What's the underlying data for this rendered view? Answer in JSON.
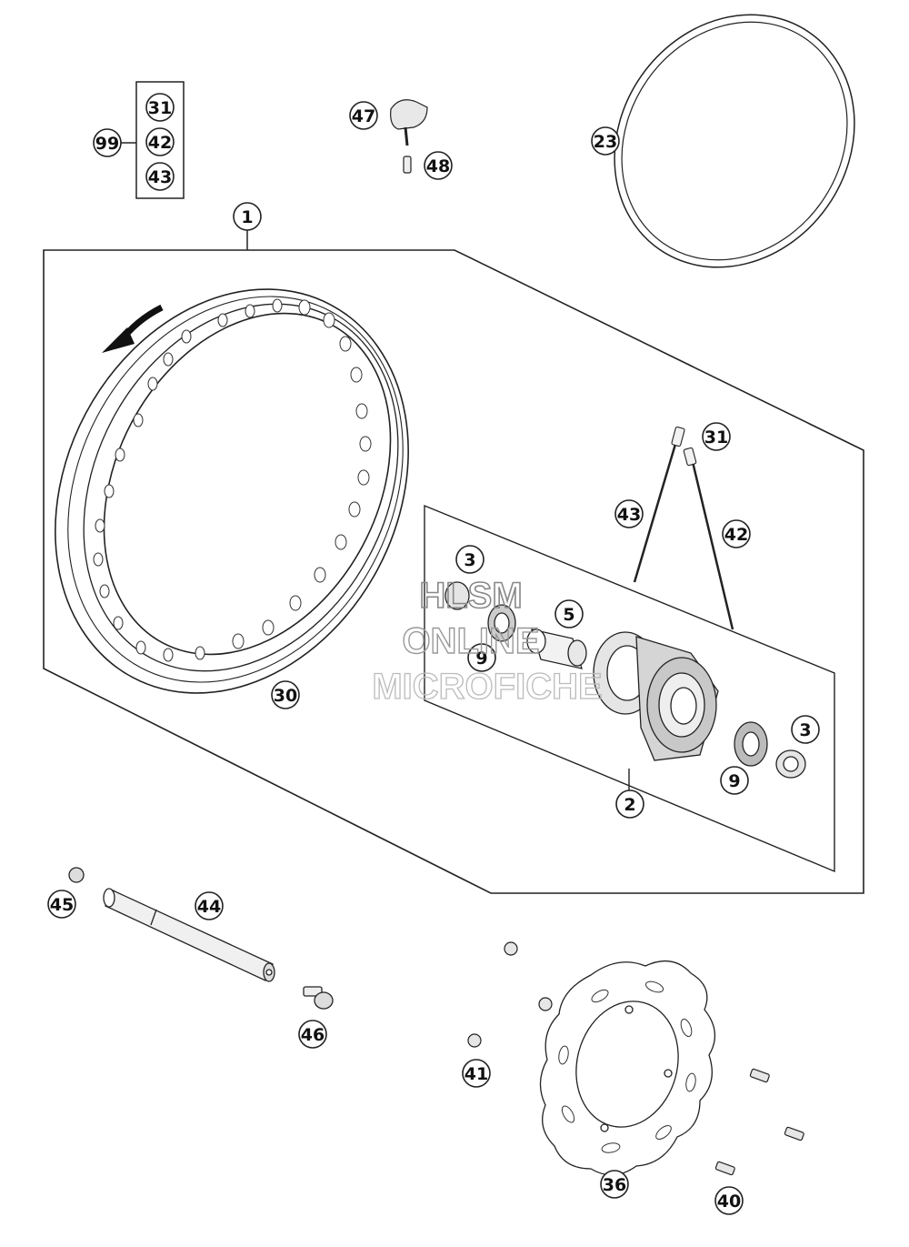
{
  "watermark": {
    "line1": "HLSM",
    "line2": "ONLINE",
    "line3": "MICROFICHE",
    "color": "#b8b8b8"
  },
  "callouts": {
    "c1": "1",
    "c2": "2",
    "c3a": "3",
    "c3b": "3",
    "c5": "5",
    "c9a": "9",
    "c9b": "9",
    "c23": "23",
    "c30": "30",
    "c31a": "31",
    "c31b": "31",
    "c36": "36",
    "c40": "40",
    "c41": "41",
    "c42a": "42",
    "c42b": "42",
    "c43a": "43",
    "c43b": "43",
    "c44": "44",
    "c45": "45",
    "c46": "46",
    "c47": "47",
    "c48": "48",
    "c99": "99"
  },
  "colors": {
    "line": "#222222",
    "shade": "#dcdcdc",
    "dark": "#555555"
  }
}
